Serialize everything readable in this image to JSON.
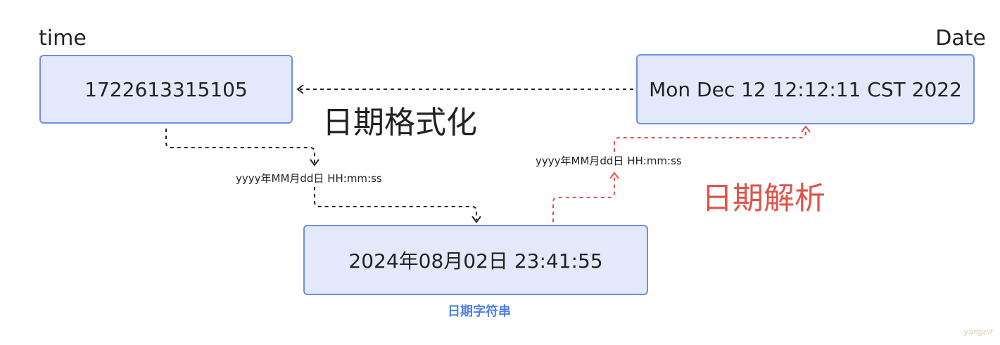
{
  "labels": {
    "time": "time",
    "date": "Date",
    "format": "日期格式化",
    "parse": "日期解析",
    "string": "日期字符串"
  },
  "boxes": {
    "timestamp": "1722613315105",
    "date_value": "Mon Dec 12 12:12:11 CST 2022",
    "string_value": "2024年08月02日 23:41:55"
  },
  "patterns": {
    "format": "yyyy年MM月dd日 HH:mm:ss",
    "parse": "yyyy年MM月dd日 HH:mm:ss"
  },
  "watermark": "yangeit",
  "colors": {
    "box_fill": "#e3e9fb",
    "box_border": "#6f8fe6",
    "format_arrow": "#222222",
    "parse_arrow": "#e0534a",
    "string_label": "#4f7fe2",
    "parse_label": "#e0534a"
  }
}
